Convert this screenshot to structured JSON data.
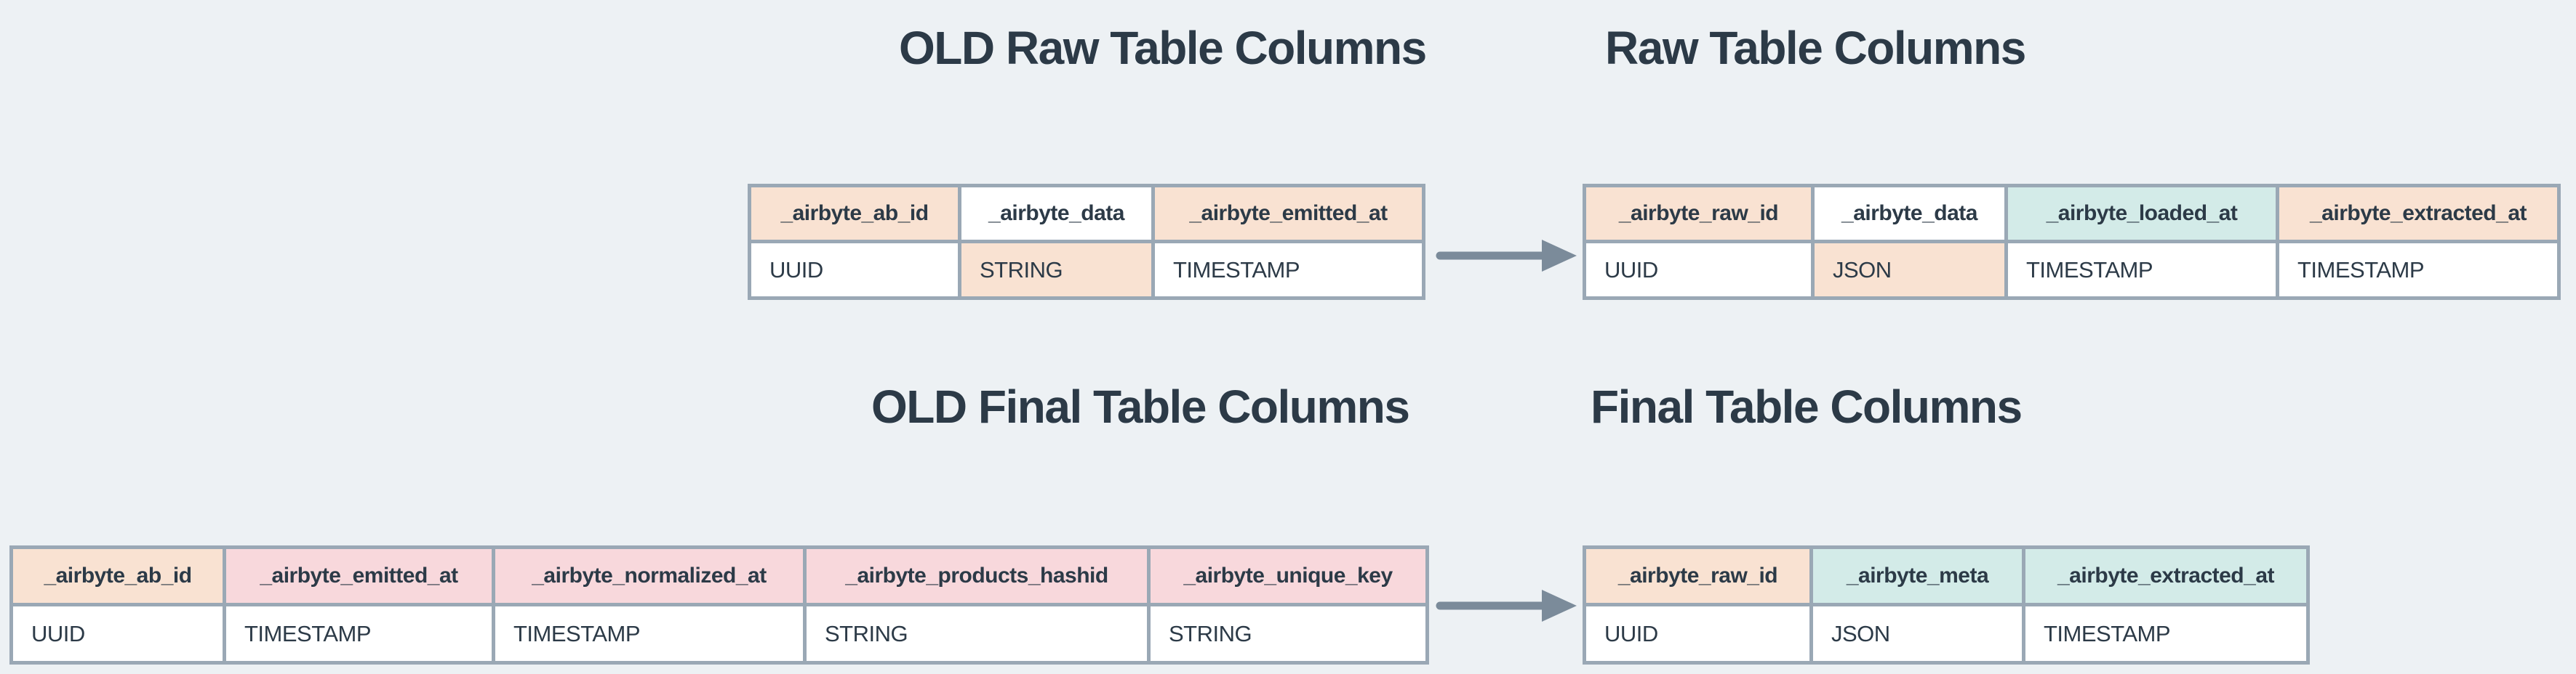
{
  "colors": {
    "background": "#edf1f4",
    "border": "#9aa8b5",
    "text": "#2c3a47",
    "arrow": "#7b8b9a",
    "peach": "#f9e2d2",
    "pink": "#f8d8dc",
    "teal": "#d3ebe8",
    "white": "#ffffff"
  },
  "sections": {
    "old_raw": {
      "title": "OLD Raw Table Columns",
      "columns": [
        {
          "name": "_airbyte_ab_id",
          "type": "UUID",
          "header_bg": "peach",
          "type_bg": "white"
        },
        {
          "name": "_airbyte_data",
          "type": "STRING",
          "header_bg": "white",
          "type_bg": "peach"
        },
        {
          "name": "_airbyte_emitted_at",
          "type": "TIMESTAMP",
          "header_bg": "peach",
          "type_bg": "white"
        }
      ]
    },
    "raw": {
      "title": "Raw Table Columns",
      "columns": [
        {
          "name": "_airbyte_raw_id",
          "type": "UUID",
          "header_bg": "peach",
          "type_bg": "white"
        },
        {
          "name": "_airbyte_data",
          "type": "JSON",
          "header_bg": "white",
          "type_bg": "peach"
        },
        {
          "name": "_airbyte_loaded_at",
          "type": "TIMESTAMP",
          "header_bg": "teal",
          "type_bg": "white"
        },
        {
          "name": "_airbyte_extracted_at",
          "type": "TIMESTAMP",
          "header_bg": "peach",
          "type_bg": "white"
        }
      ]
    },
    "old_final": {
      "title": "OLD Final Table Columns",
      "columns": [
        {
          "name": "_airbyte_ab_id",
          "type": "UUID",
          "header_bg": "peach",
          "type_bg": "white"
        },
        {
          "name": "_airbyte_emitted_at",
          "type": "TIMESTAMP",
          "header_bg": "pink",
          "type_bg": "white"
        },
        {
          "name": "_airbyte_normalized_at",
          "type": "TIMESTAMP",
          "header_bg": "pink",
          "type_bg": "white"
        },
        {
          "name": "_airbyte_products_hashid",
          "type": "STRING",
          "header_bg": "pink",
          "type_bg": "white"
        },
        {
          "name": "_airbyte_unique_key",
          "type": "STRING",
          "header_bg": "pink",
          "type_bg": "white"
        }
      ]
    },
    "final": {
      "title": "Final Table Columns",
      "columns": [
        {
          "name": "_airbyte_raw_id",
          "type": "UUID",
          "header_bg": "peach",
          "type_bg": "white"
        },
        {
          "name": "_airbyte_meta",
          "type": "JSON",
          "header_bg": "teal",
          "type_bg": "white"
        },
        {
          "name": "_airbyte_extracted_at",
          "type": "TIMESTAMP",
          "header_bg": "teal",
          "type_bg": "white"
        }
      ]
    }
  },
  "arrows": [
    {
      "name": "old-raw-to-raw",
      "direction": "right"
    },
    {
      "name": "old-final-to-final",
      "direction": "right"
    }
  ]
}
